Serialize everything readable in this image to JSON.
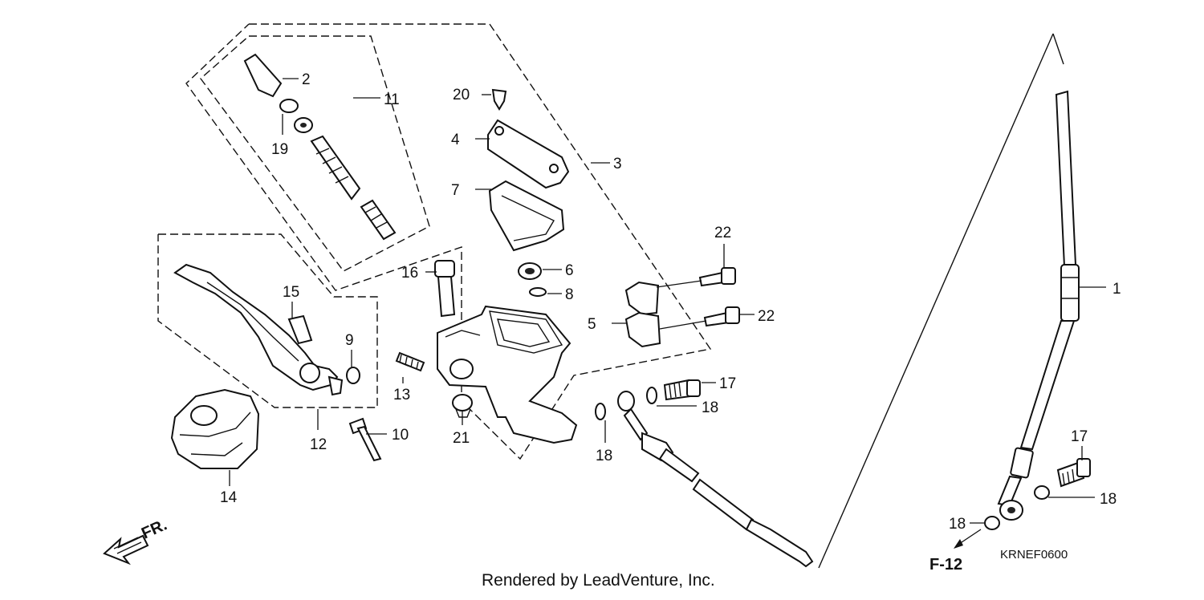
{
  "labels": {
    "p1": "1",
    "p2": "2",
    "p3": "3",
    "p4": "4",
    "p5": "5",
    "p6": "6",
    "p7": "7",
    "p8": "8",
    "p9": "9",
    "p10": "10",
    "p11": "11",
    "p12": "12",
    "p13": "13",
    "p14": "14",
    "p15": "15",
    "p16": "16",
    "p17a": "17",
    "p17b": "17",
    "p18a": "18",
    "p18b": "18",
    "p18c": "18",
    "p18d": "18",
    "p19": "19",
    "p20": "20",
    "p21": "21",
    "p22a": "22",
    "p22b": "22"
  },
  "front_arrow": "FR.",
  "reference": "F-12",
  "diagram_code": "KRNEF0600",
  "credit": "Rendered by LeadVenture, Inc.",
  "icons": {
    "front_arrow": "front-direction-arrow-icon",
    "ref_arrow": "reference-arrow-icon"
  }
}
